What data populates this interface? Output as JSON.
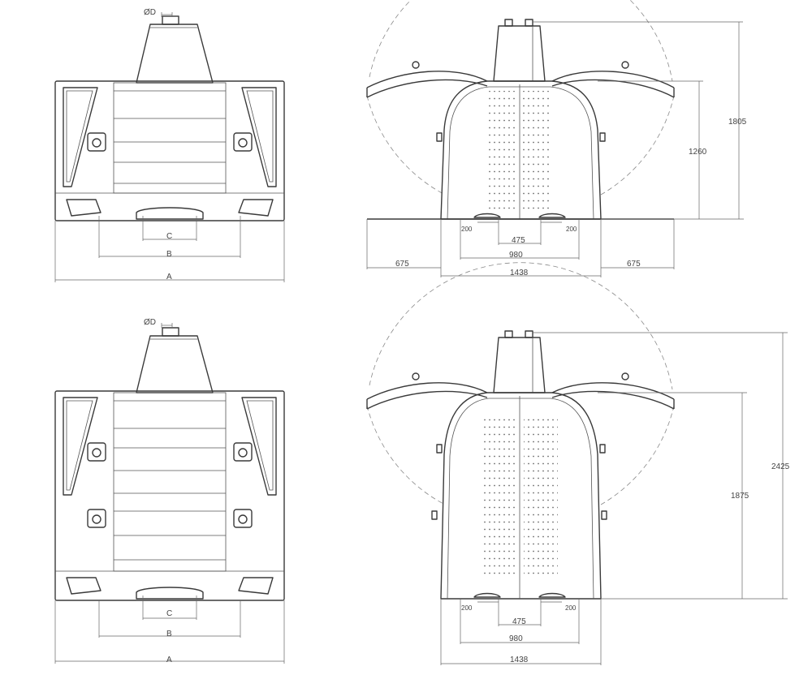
{
  "dims": {
    "diameter": "ØD",
    "a": "A",
    "b": "B",
    "c": "C",
    "w675": "675",
    "w1438": "1438",
    "w980": "980",
    "w475": "475",
    "w200": "200",
    "h1805": "1805",
    "h1260": "1260",
    "h2425": "2425",
    "h1875": "1875"
  }
}
